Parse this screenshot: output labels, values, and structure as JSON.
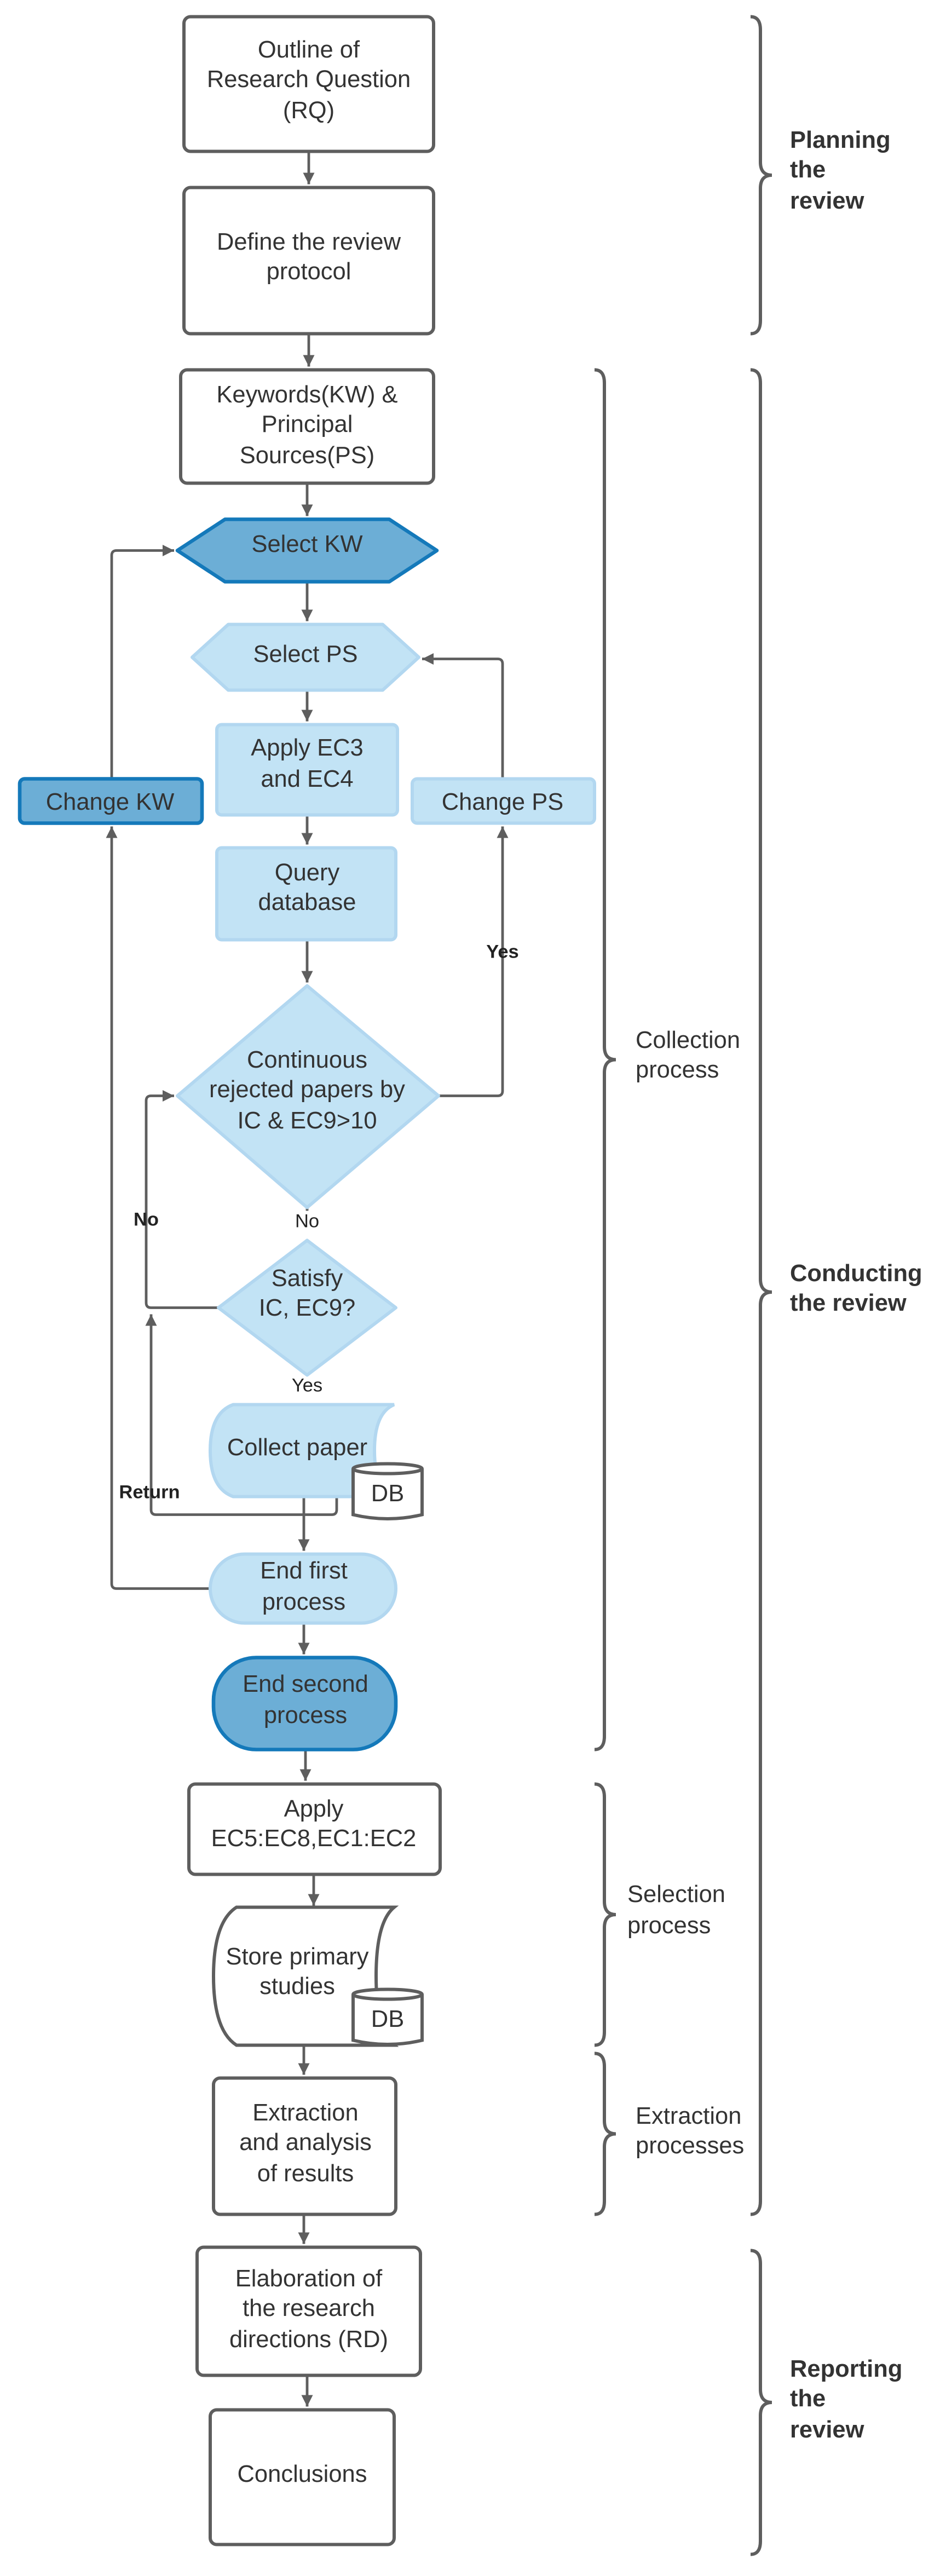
{
  "nodes": {
    "outline": {
      "lines": [
        "Outline of",
        "Research Question",
        "(RQ)"
      ]
    },
    "define": {
      "lines": [
        "Define the review",
        "protocol"
      ]
    },
    "keywords": {
      "lines": [
        "Keywords(KW) &",
        "Principal",
        "Sources(PS)"
      ]
    },
    "select_kw": {
      "lines": [
        "Select KW"
      ]
    },
    "select_ps": {
      "lines": [
        "Select PS"
      ]
    },
    "apply_ec3": {
      "lines": [
        "Apply EC3",
        "and EC4"
      ]
    },
    "change_kw": {
      "lines": [
        "Change KW"
      ]
    },
    "change_ps": {
      "lines": [
        "Change PS"
      ]
    },
    "query": {
      "lines": [
        "Query",
        "database"
      ]
    },
    "continuous": {
      "lines": [
        "Continuous",
        "rejected papers by",
        "IC & EC9>10"
      ]
    },
    "satisfy": {
      "lines": [
        "Satisfy",
        "IC, EC9?"
      ]
    },
    "collect": {
      "lines": [
        "Collect paper"
      ],
      "db": "DB"
    },
    "end_first": {
      "lines": [
        "End first",
        "process"
      ]
    },
    "end_second": {
      "lines": [
        "End second",
        "process"
      ]
    },
    "apply_ec5": {
      "lines": [
        "Apply",
        "EC5:EC8,EC1:EC2"
      ]
    },
    "store": {
      "lines": [
        "Store primary",
        "studies"
      ],
      "db": "DB"
    },
    "extraction": {
      "lines": [
        "Extraction",
        "and analysis",
        "of results"
      ]
    },
    "elaboration": {
      "lines": [
        "Elaboration of",
        "the research",
        "directions (RD)"
      ]
    },
    "conclusions": {
      "lines": [
        "Conclusions"
      ]
    }
  },
  "edge_labels": {
    "yes_change_ps": "Yes",
    "no_continuous": "No",
    "no_satisfy": "No",
    "yes_satisfy": "Yes",
    "return": "Return"
  },
  "phases": {
    "planning": [
      "Planning",
      "the",
      "review"
    ],
    "conducting": [
      "Conducting",
      "the review"
    ],
    "reporting": [
      "Reporting",
      "the",
      "review"
    ],
    "collection": [
      "Collection",
      "process"
    ],
    "selection": [
      "Selection",
      "process"
    ],
    "extraction": [
      "Extraction",
      "processes"
    ]
  },
  "colors": {
    "light_fill": "#c2e3f5",
    "dark_fill": "#6caed6",
    "dark_stroke": "#1479ba",
    "line": "#5e5e5e"
  }
}
